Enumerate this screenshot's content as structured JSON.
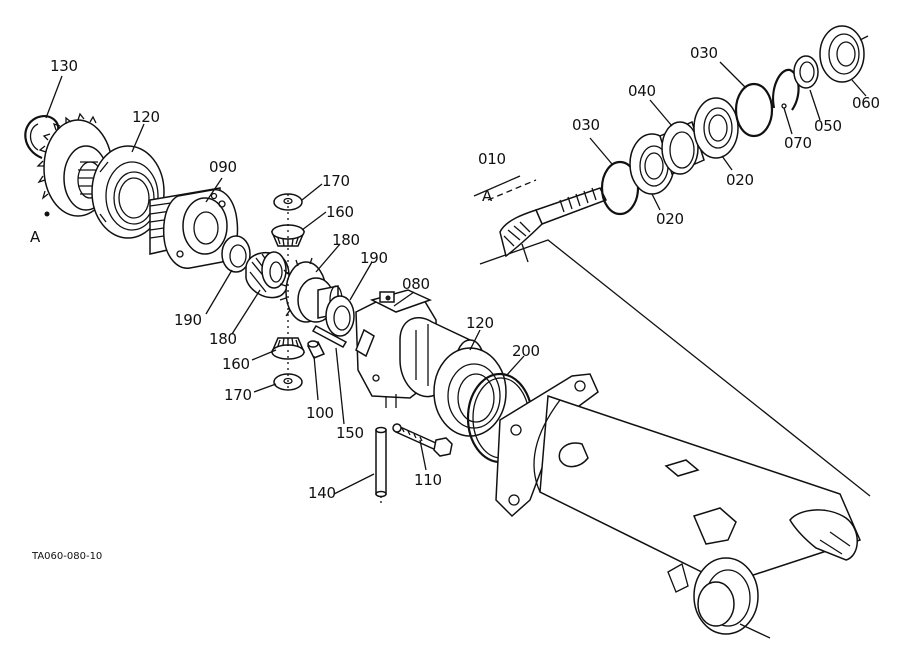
{
  "drawing_code": "TA060-080-10",
  "view_marker": "A",
  "parts": [
    {
      "id": "p130",
      "label": "130"
    },
    {
      "id": "p120a",
      "label": "120"
    },
    {
      "id": "p090",
      "label": "090"
    },
    {
      "id": "p170a",
      "label": "170"
    },
    {
      "id": "p160a",
      "label": "160"
    },
    {
      "id": "p180a",
      "label": "180"
    },
    {
      "id": "p190a",
      "label": "190"
    },
    {
      "id": "p190b",
      "label": "190"
    },
    {
      "id": "p180b",
      "label": "180"
    },
    {
      "id": "p160b",
      "label": "160"
    },
    {
      "id": "p170b",
      "label": "170"
    },
    {
      "id": "p100",
      "label": "100"
    },
    {
      "id": "p150",
      "label": "150"
    },
    {
      "id": "p080",
      "label": "080"
    },
    {
      "id": "p120b",
      "label": "120"
    },
    {
      "id": "p200",
      "label": "200"
    },
    {
      "id": "p110",
      "label": "110"
    },
    {
      "id": "p140",
      "label": "140"
    },
    {
      "id": "p010",
      "label": "010"
    },
    {
      "id": "p030a",
      "label": "030"
    },
    {
      "id": "p040",
      "label": "040"
    },
    {
      "id": "p030b",
      "label": "030"
    },
    {
      "id": "p020a",
      "label": "020"
    },
    {
      "id": "p020b",
      "label": "020"
    },
    {
      "id": "p070",
      "label": "070"
    },
    {
      "id": "p050",
      "label": "050"
    },
    {
      "id": "p060",
      "label": "060"
    }
  ]
}
